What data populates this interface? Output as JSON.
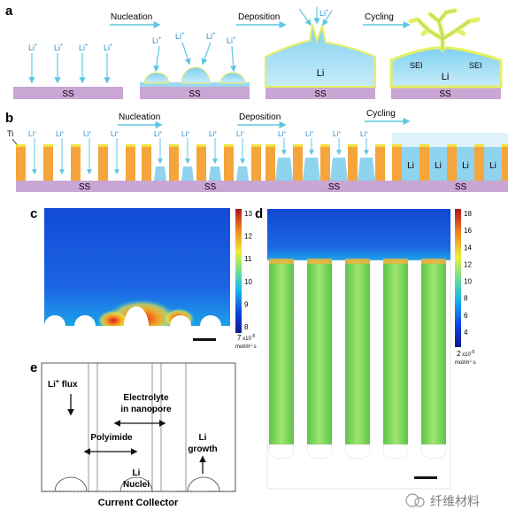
{
  "panel_a": {
    "letter": "a",
    "steps": [
      "Nucleation",
      "Deposition",
      "Cycling"
    ],
    "ion": "Li",
    "ion_charge": "+",
    "substrate": "SS",
    "metal": "Li",
    "sei": "SEI"
  },
  "panel_b": {
    "letter": "b",
    "steps": [
      "Nucleation",
      "Deposition",
      "Cycling"
    ],
    "ion": "Li",
    "ion_charge": "+",
    "substrate": "SS",
    "coating": "Ti",
    "metal": "Li"
  },
  "panel_c": {
    "letter": "c",
    "colorbar_ticks": [
      "13",
      "12",
      "11",
      "10",
      "9",
      "8"
    ],
    "unit_value": "7",
    "unit_exp": "x10",
    "unit_exp_power": "-5",
    "unit_line2": "mol/m",
    "unit_line2_power": "2",
    "unit_line2_tail": "·s"
  },
  "panel_d": {
    "letter": "d",
    "colorbar_ticks": [
      "18",
      "16",
      "14",
      "12",
      "10",
      "8",
      "6",
      "4"
    ],
    "unit_value": "2",
    "unit_exp": "x10",
    "unit_exp_power": "-5",
    "unit_line2": "mol/m",
    "unit_line2_power": "2",
    "unit_line2_tail": "·s"
  },
  "panel_e": {
    "letter": "e",
    "flux": "Li",
    "flux_charge": "+",
    "flux_tail": " flux",
    "electrolyte_1": "Electrolyte",
    "electrolyte_2": "in nanopore",
    "polyimide": "Polyimide",
    "nuclei_1": "Li",
    "nuclei_2": "Nuclei",
    "growth_1": "Li",
    "growth_2": "growth",
    "collector": "Current Collector"
  },
  "watermark": {
    "text": "纤维材料"
  },
  "colors": {
    "substrate": "#c9a6d3",
    "pillar": "#f5a53b",
    "ti_coating": "#f2e03a",
    "li_metal": "#8fd3ef",
    "electrolyte": "#dff3fb",
    "sei": "#e4f060",
    "arrow": "#5ec7e2",
    "field_blue": "#1556d6",
    "channel_green": "#7ed957"
  }
}
